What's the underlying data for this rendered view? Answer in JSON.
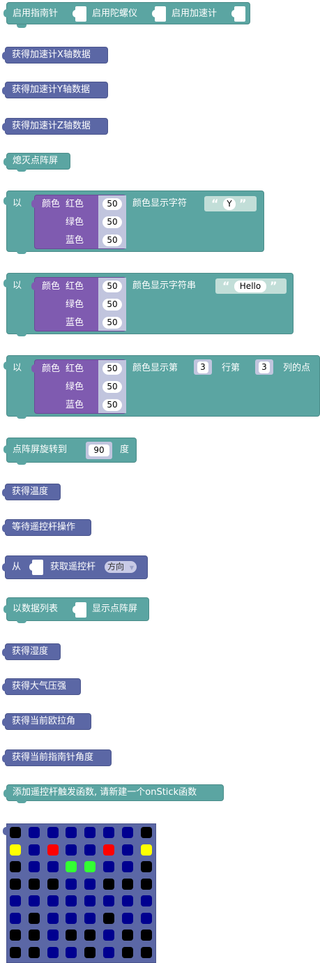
{
  "blocks": {
    "enable_sensors": {
      "compass": "启用指南针",
      "gyro": "启用陀螺仪",
      "accel": "启用加速计"
    },
    "accel_x": "获得加速计X轴数据",
    "accel_y": "获得加速计Y轴数据",
    "accel_z": "获得加速计Z轴数据",
    "clear_matrix": "熄灭点阵屏",
    "color_char": {
      "prefix": "以",
      "color_label": "颜色",
      "red": "红色",
      "green": "绿色",
      "blue": "蓝色",
      "red_val": "50",
      "green_val": "50",
      "blue_val": "50",
      "action": "颜色显示字符",
      "open_quote": "“",
      "close_quote": "”",
      "value": "Y"
    },
    "color_string": {
      "prefix": "以",
      "color_label": "颜色",
      "red": "红色",
      "green": "绿色",
      "blue": "蓝色",
      "red_val": "50",
      "green_val": "50",
      "blue_val": "50",
      "action": "颜色显示字符串",
      "open_quote": "“",
      "close_quote": "”",
      "value": "Hello"
    },
    "color_point": {
      "prefix": "以",
      "color_label": "颜色",
      "red": "红色",
      "green": "绿色",
      "blue": "蓝色",
      "red_val": "50",
      "green_val": "50",
      "blue_val": "50",
      "action": "颜色显示第",
      "row_val": "3",
      "row_label": "行第",
      "col_val": "3",
      "col_label": "列的点"
    },
    "rotate": {
      "label": "点阵屏旋转到",
      "value": "90",
      "unit": "度"
    },
    "temperature": "获得温度",
    "wait_joystick": "等待遥控杆操作",
    "from_joystick": {
      "prefix": "从",
      "label": "获取遥控杆",
      "option": "方向"
    },
    "show_list": {
      "label": "以数据列表",
      "suffix": "显示点阵屏"
    },
    "humidity": "获得湿度",
    "pressure": "获得大气压强",
    "euler": "获得当前欧拉角",
    "compass_angle": "获得当前指南针角度",
    "add_stick": "添加遥控杆触发函数, 请新建一个onStick函数"
  },
  "led_matrix": {
    "colors": {
      "k": "#000000",
      "b": "#000090",
      "y": "#ffff00",
      "r": "#ff0000",
      "g": "#33ff33"
    },
    "rows": [
      [
        "k",
        "b",
        "b",
        "b",
        "b",
        "b",
        "b",
        "k"
      ],
      [
        "y",
        "b",
        "r",
        "b",
        "b",
        "r",
        "b",
        "y"
      ],
      [
        "k",
        "b",
        "b",
        "g",
        "g",
        "b",
        "b",
        "k"
      ],
      [
        "k",
        "k",
        "k",
        "b",
        "b",
        "k",
        "k",
        "k"
      ],
      [
        "b",
        "b",
        "b",
        "b",
        "b",
        "b",
        "b",
        "b"
      ],
      [
        "b",
        "k",
        "b",
        "b",
        "b",
        "k",
        "b",
        "b"
      ],
      [
        "k",
        "k",
        "b",
        "k",
        "k",
        "b",
        "k",
        "k"
      ],
      [
        "k",
        "k",
        "b",
        "b",
        "k",
        "b",
        "k",
        "k"
      ]
    ]
  },
  "theme": {
    "teal": "#5ba5a2",
    "blue": "#5b67a5",
    "purple": "#7f5bb0"
  }
}
